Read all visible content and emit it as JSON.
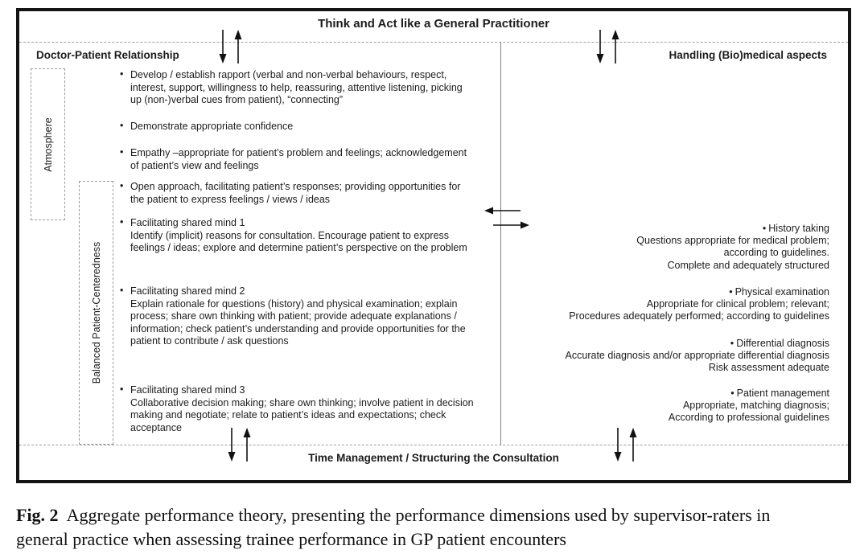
{
  "figure": {
    "bullet_char": "•",
    "top_banner": "Think and Act like a General Practitioner",
    "bottom_banner": "Time Management / Structuring the Consultation",
    "left": {
      "header": "Doctor-Patient Relationship",
      "side_labels": {
        "atmosphere": "Atmosphere",
        "balanced": "Balanced Patient-Centeredness"
      },
      "bullets": [
        {
          "lines": [
            "Develop / establish rapport (verbal and non-verbal behaviours, respect,",
            "interest, support, willingness to help, reassuring, attentive listening, picking",
            "up (non-)verbal cues from patient), “connecting”"
          ]
        },
        {
          "lines": [
            "Demonstrate appropriate confidence"
          ]
        },
        {
          "lines": [
            "Empathy –appropriate for patient’s problem and feelings; acknowledgement",
            "of patient’s view and feelings"
          ]
        },
        {
          "lines": [
            "Open approach, facilitating patient’s responses; providing opportunities for",
            "the patient to express feelings / views / ideas"
          ]
        },
        {
          "lines": [
            "Facilitating shared mind 1",
            "Identify (implicit) reasons for consultation. Encourage patient to express",
            "feelings / ideas; explore and determine patient’s perspective on the problem"
          ]
        },
        {
          "lines": [
            "Facilitating shared mind 2",
            "Explain rationale for questions (history) and physical examination; explain",
            "process; share own thinking with patient; provide adequate explanations /",
            "information; check patient’s understanding and provide opportunities for the",
            "patient to contribute / ask questions"
          ]
        },
        {
          "lines": [
            "Facilitating shared mind 3",
            "Collaborative decision making; share own thinking; involve patient in decision",
            "making and negotiate; relate to patient’s ideas and expectations; check",
            "acceptance"
          ]
        }
      ]
    },
    "right": {
      "header": "Handling (Bio)medical aspects",
      "items": [
        {
          "title": "History taking",
          "lines": [
            "Questions appropriate for medical problem;",
            "according to guidelines.",
            "Complete and adequately structured"
          ]
        },
        {
          "title": "Physical examination",
          "lines": [
            "Appropriate for clinical problem; relevant;",
            "Procedures adequately performed; according to guidelines"
          ]
        },
        {
          "title": "Differential diagnosis",
          "lines": [
            "Accurate diagnosis and/or appropriate differential diagnosis",
            "Risk assessment adequate"
          ]
        },
        {
          "title": "Patient management",
          "lines": [
            "Appropriate, matching diagnosis;",
            "According to professional guidelines"
          ]
        }
      ]
    }
  },
  "caption": {
    "label": "Fig. 2",
    "body": [
      "Aggregate performance theory, presenting the performance dimensions used by supervisor-raters in",
      "general practice when assessing trainee performance in GP patient encounters"
    ]
  },
  "colors": {
    "outer_border": "#141414",
    "dashed_line": "#a0a0a0",
    "column_divider": "#808080",
    "text": "#1c1c1c"
  }
}
